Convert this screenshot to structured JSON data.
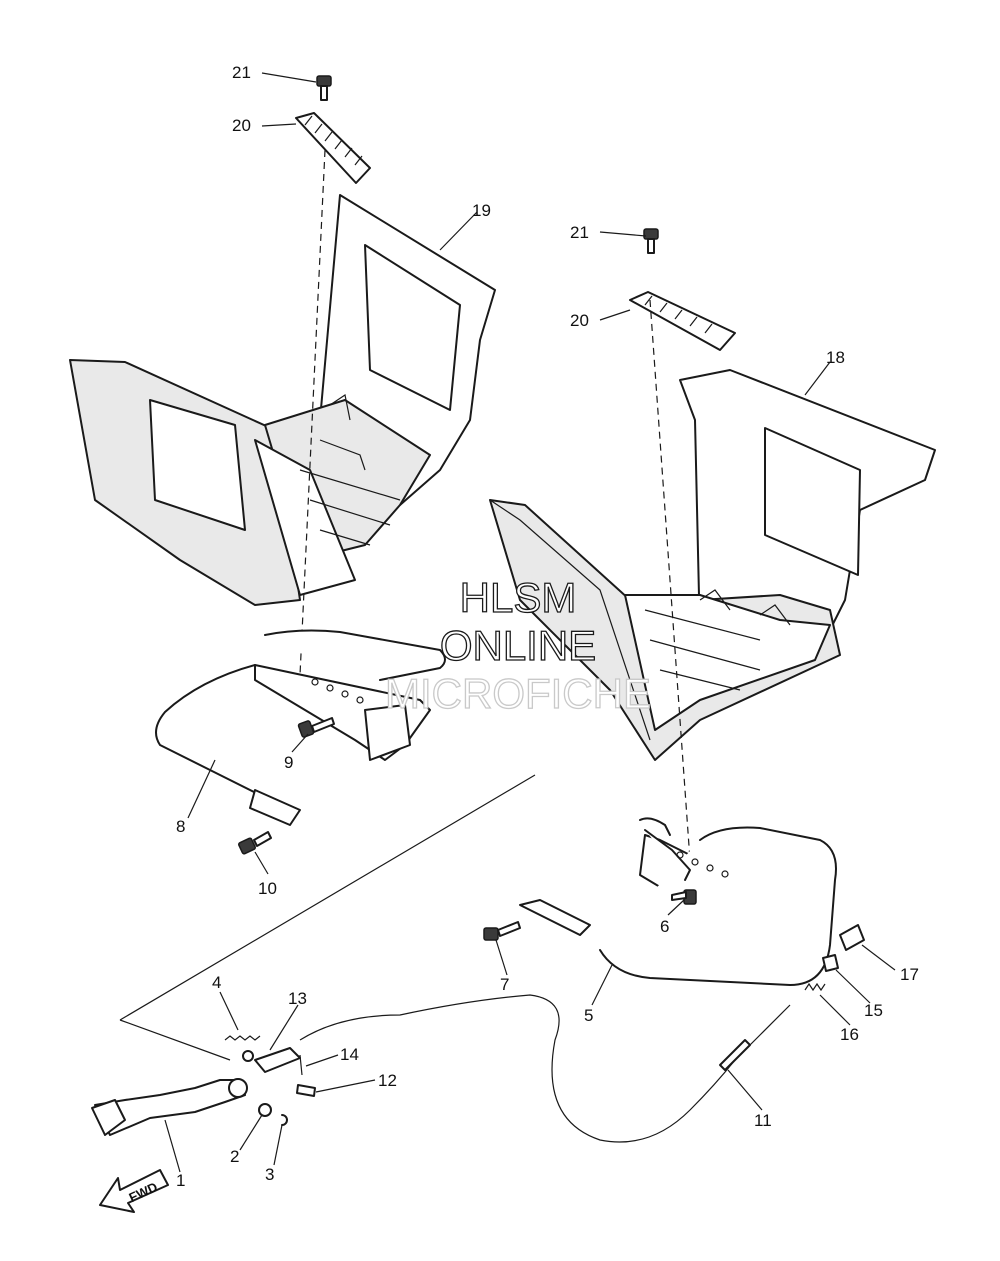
{
  "callouts": {
    "c1": "1",
    "c2": "2",
    "c3": "3",
    "c4": "4",
    "c5": "5",
    "c6": "6",
    "c7": "7",
    "c8": "8",
    "c9": "9",
    "c10": "10",
    "c11": "11",
    "c12": "12",
    "c13": "13",
    "c14": "14",
    "c15": "15",
    "c16": "16",
    "c17": "17",
    "c18": "18",
    "c19": "19",
    "c20a": "20",
    "c20b": "20",
    "c21a": "21",
    "c21b": "21"
  },
  "watermark": {
    "line1": "HLSM",
    "line2": "ONLINE",
    "line3": "MICROFICHE"
  },
  "direction_arrow": {
    "label": "FWD"
  }
}
